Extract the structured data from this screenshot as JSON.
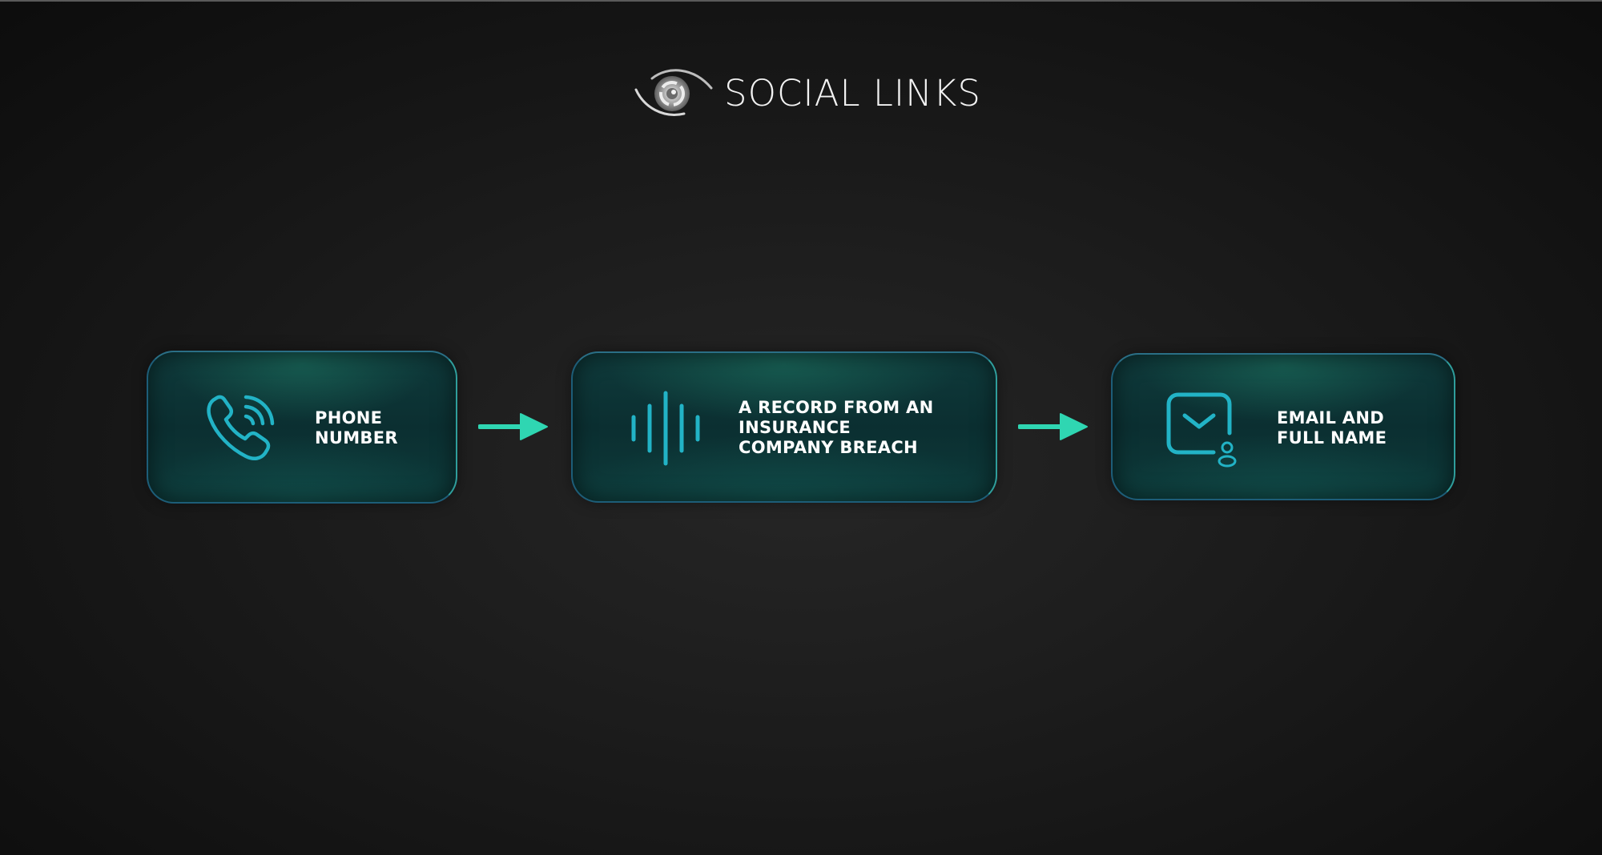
{
  "logo": {
    "text": "SOCIAL LINKS",
    "icon": "eye-logo-icon"
  },
  "colors": {
    "background": "#1b1b1b",
    "node_fill": "#0b2f31",
    "icon": "#22b3c6",
    "arrow": "#2fd6b2",
    "text": "#ffffff"
  },
  "nodes": [
    {
      "icon": "phone-icon",
      "lines": [
        "PHONE",
        "NUMBER"
      ]
    },
    {
      "icon": "sound-wave-icon",
      "lines": [
        "A RECORD FROM AN",
        "INSURANCE",
        "COMPANY BREACH"
      ]
    },
    {
      "icon": "email-user-icon",
      "lines": [
        "EMAIL AND",
        "FULL NAME"
      ]
    }
  ],
  "edges": [
    {
      "from": 0,
      "to": 1
    },
    {
      "from": 1,
      "to": 2
    }
  ]
}
